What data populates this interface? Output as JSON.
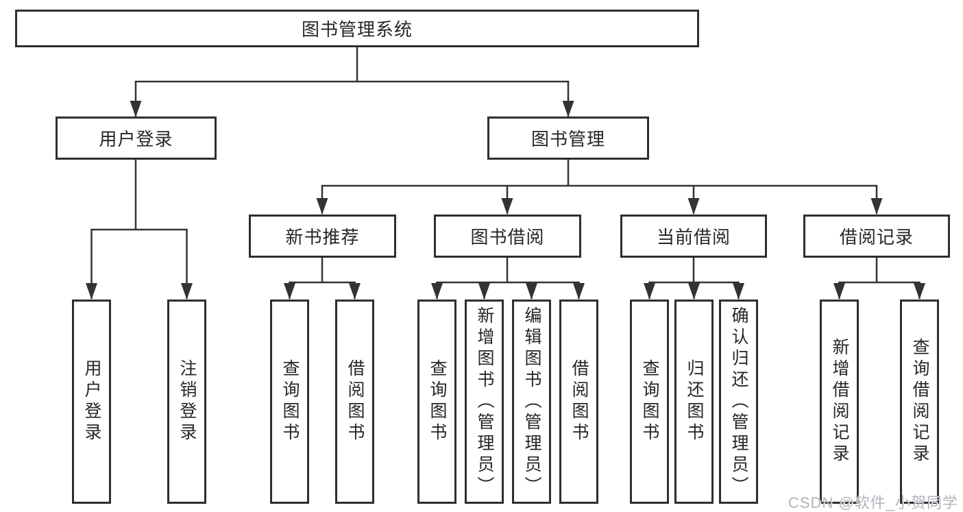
{
  "tree": {
    "root": {
      "label": "图书管理系统"
    },
    "children": [
      {
        "label": "用户登录",
        "children": [
          {
            "label": "用户登录"
          },
          {
            "label": "注销登录"
          }
        ]
      },
      {
        "label": "图书管理",
        "children": [
          {
            "label": "新书推荐",
            "children": [
              {
                "label": "查询图书"
              },
              {
                "label": "借阅图书"
              }
            ]
          },
          {
            "label": "图书借阅",
            "children": [
              {
                "label": "查询图书"
              },
              {
                "label": "新增图书（管理员）"
              },
              {
                "label": "编辑图书（管理员）"
              },
              {
                "label": "借阅图书"
              }
            ]
          },
          {
            "label": "当前借阅",
            "children": [
              {
                "label": "查询图书"
              },
              {
                "label": "归还图书"
              },
              {
                "label": "确认归还（管理员）"
              }
            ]
          },
          {
            "label": "借阅记录",
            "children": [
              {
                "label": "新增借阅记录"
              },
              {
                "label": "查询借阅记录"
              }
            ]
          }
        ]
      }
    ]
  },
  "watermark": {
    "text": "CSDN @软件_小贺同学"
  },
  "colors": {
    "line": "#333333",
    "box_border": "#2e2e2e",
    "text": "#262626",
    "watermark": "#a6acb3",
    "background": "#ffffff"
  }
}
